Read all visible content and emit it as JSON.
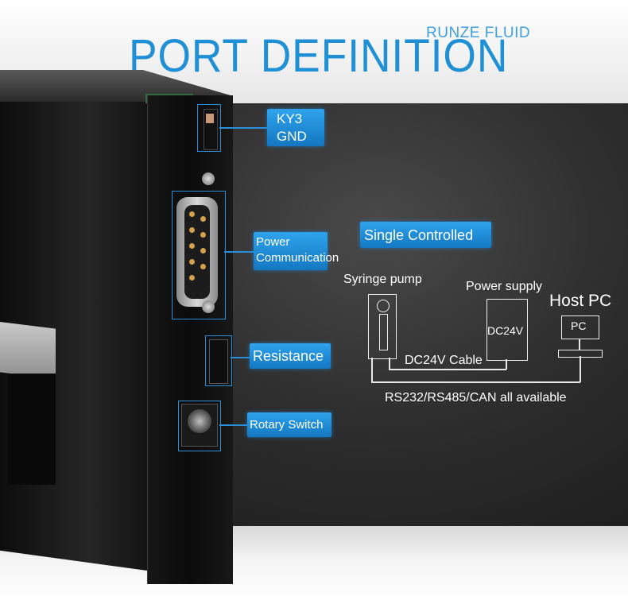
{
  "header": {
    "brand": "RUNZE FLUID",
    "title": "PORT DEFINITION"
  },
  "callouts": {
    "ky3_line1": "KY3",
    "ky3_line2": "GND",
    "power_line1": "Power",
    "power_line2": "Communication",
    "resistance": "Resistance",
    "rotary_switch": "Rotary Switch"
  },
  "diagram": {
    "heading": "Single Controlled",
    "syringe_pump": "Syringe pump",
    "power_supply": "Power supply",
    "psu_value": "DC24V",
    "host_pc": "Host PC",
    "pc": "PC",
    "cable": "DC24V Cable",
    "protocols": "RS232/RS485/CAN all available"
  },
  "colors": {
    "accent": "#1f8fd6",
    "tag": "#1a86d4",
    "panel": "#2e2e2e"
  }
}
